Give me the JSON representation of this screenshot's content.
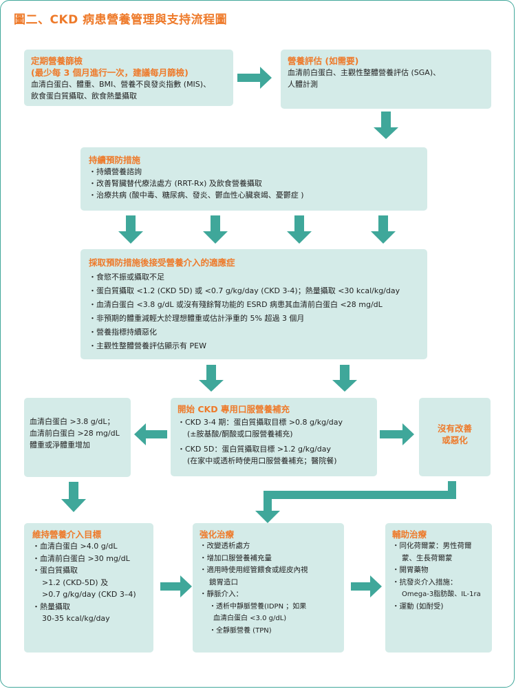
{
  "figure_title": "圖二、CKD 病患營養管理與支持流程圖",
  "boxes": {
    "screening": {
      "title1": "定期營養篩檢",
      "title2": "(最少每 3 個月進行一次，建議每月篩檢)",
      "body": [
        "血清白蛋白、體重、BMI、營養不良發炎指數 (MIS)、",
        "飲食蛋白質攝取、飲食熱量攝取"
      ]
    },
    "assessment": {
      "title": "營養評估 (如需要)",
      "body": [
        "血清前白蛋白、主觀性整體營養評估 (SGA)、",
        "人體計測"
      ]
    },
    "prevention": {
      "title": "持續預防措施",
      "items": [
        "・持續營養諮詢",
        "・改善腎臟替代療法處方 (RRT-Rx) 及飲食營養攝取",
        "・治療共病 (酸中毒、糖尿病、發炎、鬱血性心臟衰竭、憂鬱症 )"
      ]
    },
    "indications": {
      "title": "採取預防措施後接受營養介入的適應症",
      "items": [
        "・食慾不振或攝取不足",
        "・蛋白質攝取 <1.2 (CKD 5D) 或 <0.7 g/kg/day (CKD 3-4)；熱量攝取 <30 kcal/kg/day",
        "・血清白蛋白 <3.8 g/dL 或沒有殘餘腎功能的 ESRD 病患其血清前白蛋白 <28 mg/dL",
        "・非預期的體重減輕大於理想體重或估計淨重的 5% 超過 3 個月",
        "・營養指標持續惡化",
        "・主觀性整體營養評估顯示有 PEW"
      ]
    },
    "improved": {
      "lines": [
        "血清白蛋白 >3.8 g/dL；",
        "血清前白蛋白 >28 mg/dL",
        "體重或淨體重增加"
      ]
    },
    "ons": {
      "title": "開始 CKD 專用口服營養補充",
      "l1": "・CKD 3-4 期：蛋白質攝取目標 >0.8 g/kg/day",
      "l2": "(±胺基酸/酮酸或口服營養補充)",
      "l3": "・CKD 5D：蛋白質攝取目標 >1.2 g/kg/day",
      "l4": "(在家中或透析時使用口服營養補充；醫院餐)"
    },
    "no_improve": {
      "line1": "沒有改善",
      "line2": "或惡化"
    },
    "maintain": {
      "title": "維持營養介入目標",
      "lines": [
        "・血清白蛋白 >4.0 g/dL",
        "・血清前白蛋白 >30 mg/dL",
        "・蛋白質攝取",
        ">1.2 (CKD-5D) 及",
        ">0.7 g/kg/day (CKD 3–4)",
        "・熱量攝取",
        "30-35 kcal/kg/day"
      ]
    },
    "intensify": {
      "title": "強化治療",
      "lines": [
        "・改變透析處方",
        "・增加口服營養補充量",
        "・適用時使用經管餵食或經皮內視",
        "鏡胃造口",
        "・靜脈介入：",
        "・透析中靜脈營養(IDPN ；如果",
        "血清白蛋白 <3.0 g/dL)",
        "・全靜脈營養 (TPN)"
      ]
    },
    "adjunct": {
      "title": "輔助治療",
      "lines": [
        "・同化荷爾蒙：男性荷爾",
        "蒙、生長荷爾蒙",
        "・開胃藥物",
        "・抗發炎介入措施：",
        "Omega-3脂肪酸、IL-1ra",
        "・運動 (如耐受)"
      ]
    }
  },
  "colors": {
    "box_fill": "#d4ebe8",
    "arrow": "#3fa79a",
    "title": "#ee7a2a",
    "frame": "#3fa79a"
  }
}
